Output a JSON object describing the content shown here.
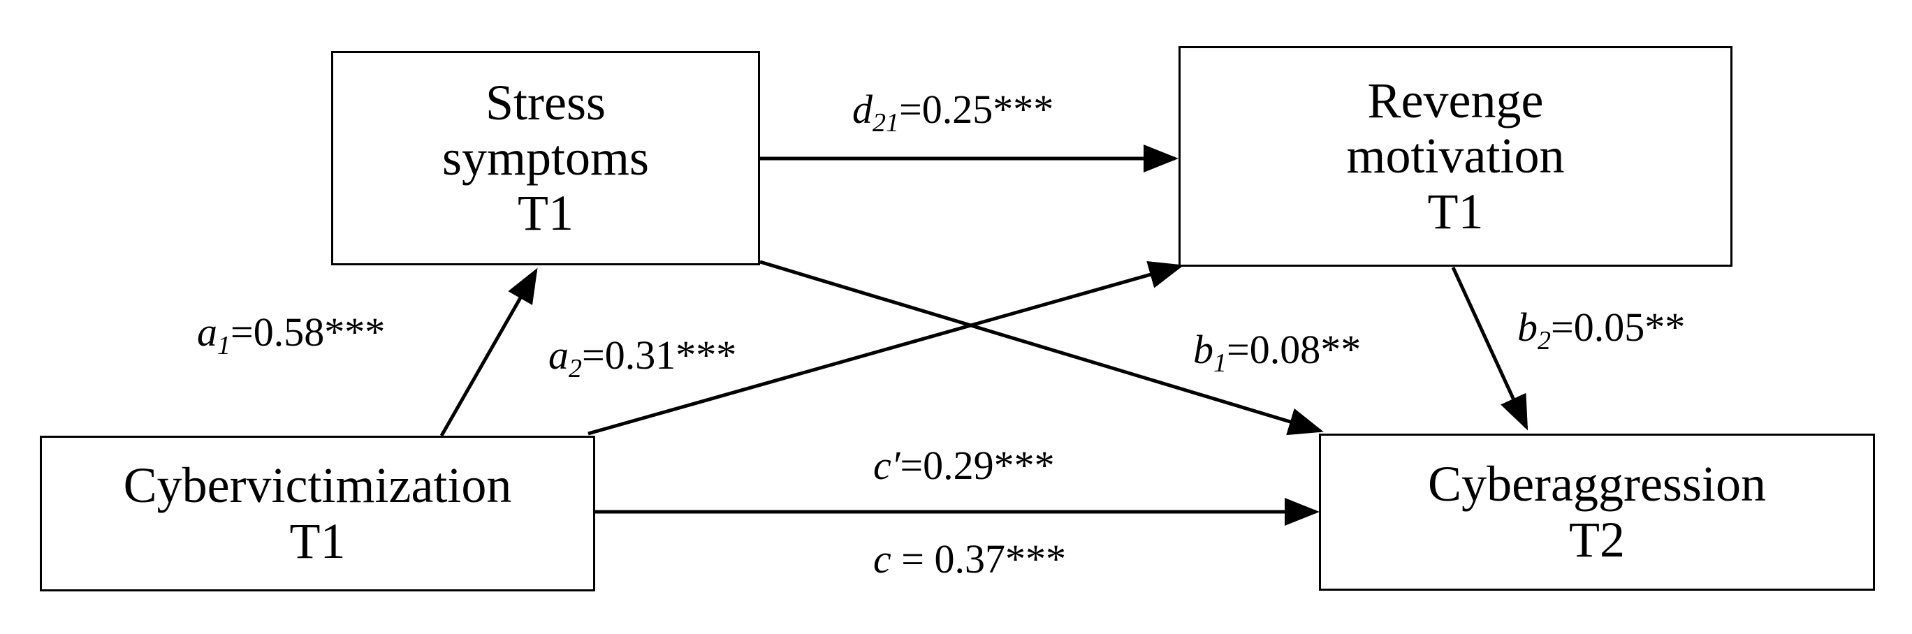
{
  "nodes": {
    "stress": {
      "lines": [
        "Stress",
        "symptoms",
        "T1"
      ]
    },
    "revenge": {
      "lines": [
        "Revenge",
        "motivation",
        "T1"
      ]
    },
    "cybervictimization": {
      "lines": [
        "Cybervictimization",
        "T1"
      ]
    },
    "cyberaggression": {
      "lines": [
        "Cyberaggression",
        "T2"
      ]
    }
  },
  "paths": {
    "d21": {
      "symbol": "d",
      "subscript": "21",
      "value": "=0.25***"
    },
    "a1": {
      "symbol": "a",
      "subscript": "1",
      "value": "=0.58***"
    },
    "a2": {
      "symbol": "a",
      "subscript": "2",
      "value": "=0.31***"
    },
    "b1": {
      "symbol": "b",
      "subscript": "1",
      "value": "=0.08**"
    },
    "b2": {
      "symbol": "b",
      "subscript": "2",
      "value": "=0.05**"
    },
    "c_prime": {
      "symbol": "c′",
      "value": "=0.29***"
    },
    "c": {
      "symbol": "c",
      "value": " = 0.37***"
    }
  },
  "colors": {
    "line": "#000000",
    "background": "#ffffff"
  }
}
